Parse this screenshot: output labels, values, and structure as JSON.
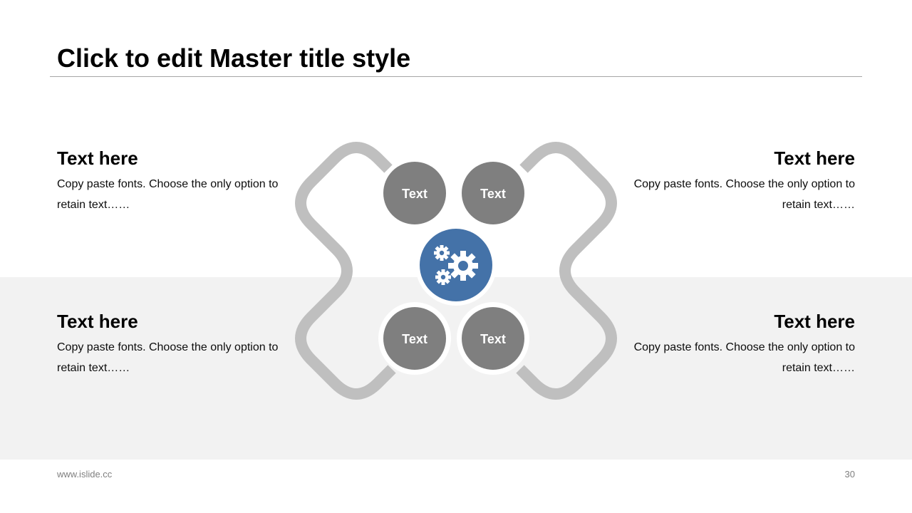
{
  "title": "Click to edit Master title style",
  "blocks": {
    "top_left": {
      "heading": "Text here",
      "body": "Copy paste fonts. Choose the only option to retain text……"
    },
    "top_right": {
      "heading": "Text here",
      "body": "Copy paste fonts. Choose the only option to retain text……"
    },
    "bottom_left": {
      "heading": "Text here",
      "body": "Copy paste fonts. Choose the only option to retain text……"
    },
    "bottom_right": {
      "heading": "Text here",
      "body": "Copy paste fonts. Choose the only option to retain text……"
    }
  },
  "diagram": {
    "circles": [
      "Text",
      "Text",
      "Text",
      "Text"
    ],
    "center_icon": "gears-icon",
    "colors": {
      "track": "#bfbfbf",
      "circle": "#7f7f7f",
      "center": "#4472a8",
      "band": "#f2f2f2"
    }
  },
  "footer": {
    "url": "www.islide.cc",
    "page": "30"
  }
}
